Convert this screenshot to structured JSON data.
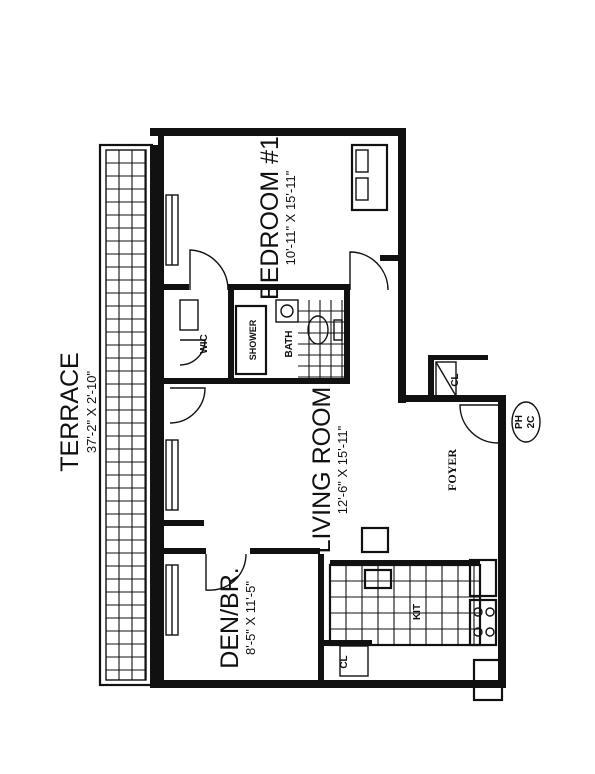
{
  "plan": {
    "terrace": {
      "name": "TERRACE",
      "dims": "37'-2\" X 2'-10\""
    },
    "bedroom": {
      "name": "BEDROOM #1",
      "dims": "10'-11\" X 15'-11\""
    },
    "living": {
      "name": "LIVING ROOM",
      "dims": "12'-6\" X 15'-11\""
    },
    "den": {
      "name": "DEN/BR.",
      "dims": "8'-5\" X 11'-5\""
    },
    "foyer": "FOYER",
    "wic": "WIC",
    "bath": "BATH",
    "shower": "SHOWER",
    "closet": "CL",
    "closet2": "CL",
    "kitchen": "KIT",
    "unit_top": "PH",
    "unit_bot": "2C"
  }
}
